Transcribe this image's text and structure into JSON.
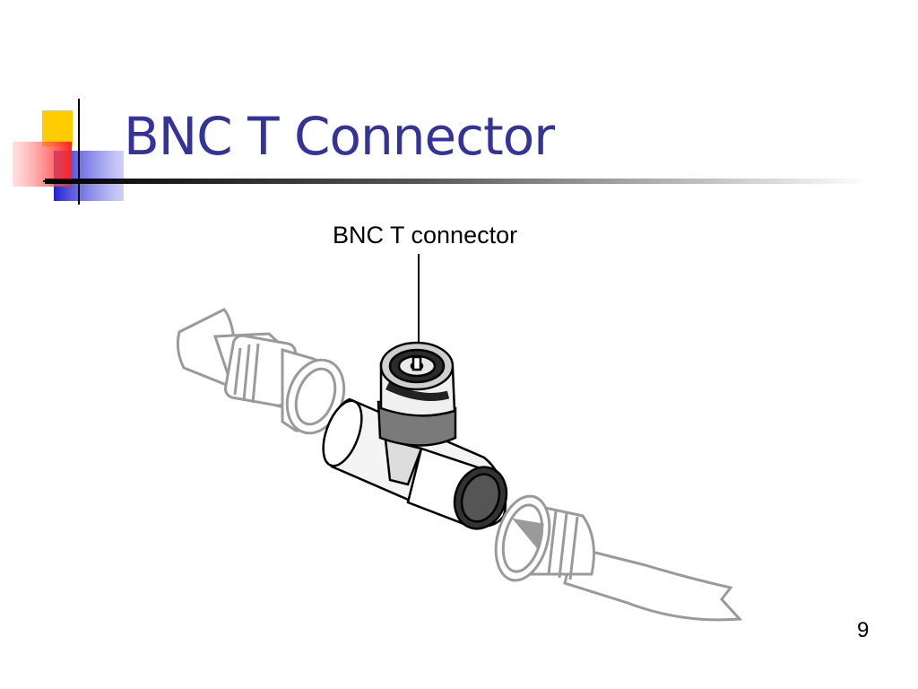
{
  "slide": {
    "title": "BNC T Connector",
    "page_number": "9"
  },
  "diagram": {
    "callout_label": "BNC T connector"
  },
  "colors": {
    "title": "#333399",
    "accent_yellow": "#ffcc00",
    "accent_red": "#ff3333",
    "accent_blue": "#3333cc",
    "outline_gray": "#9a9a9a"
  }
}
